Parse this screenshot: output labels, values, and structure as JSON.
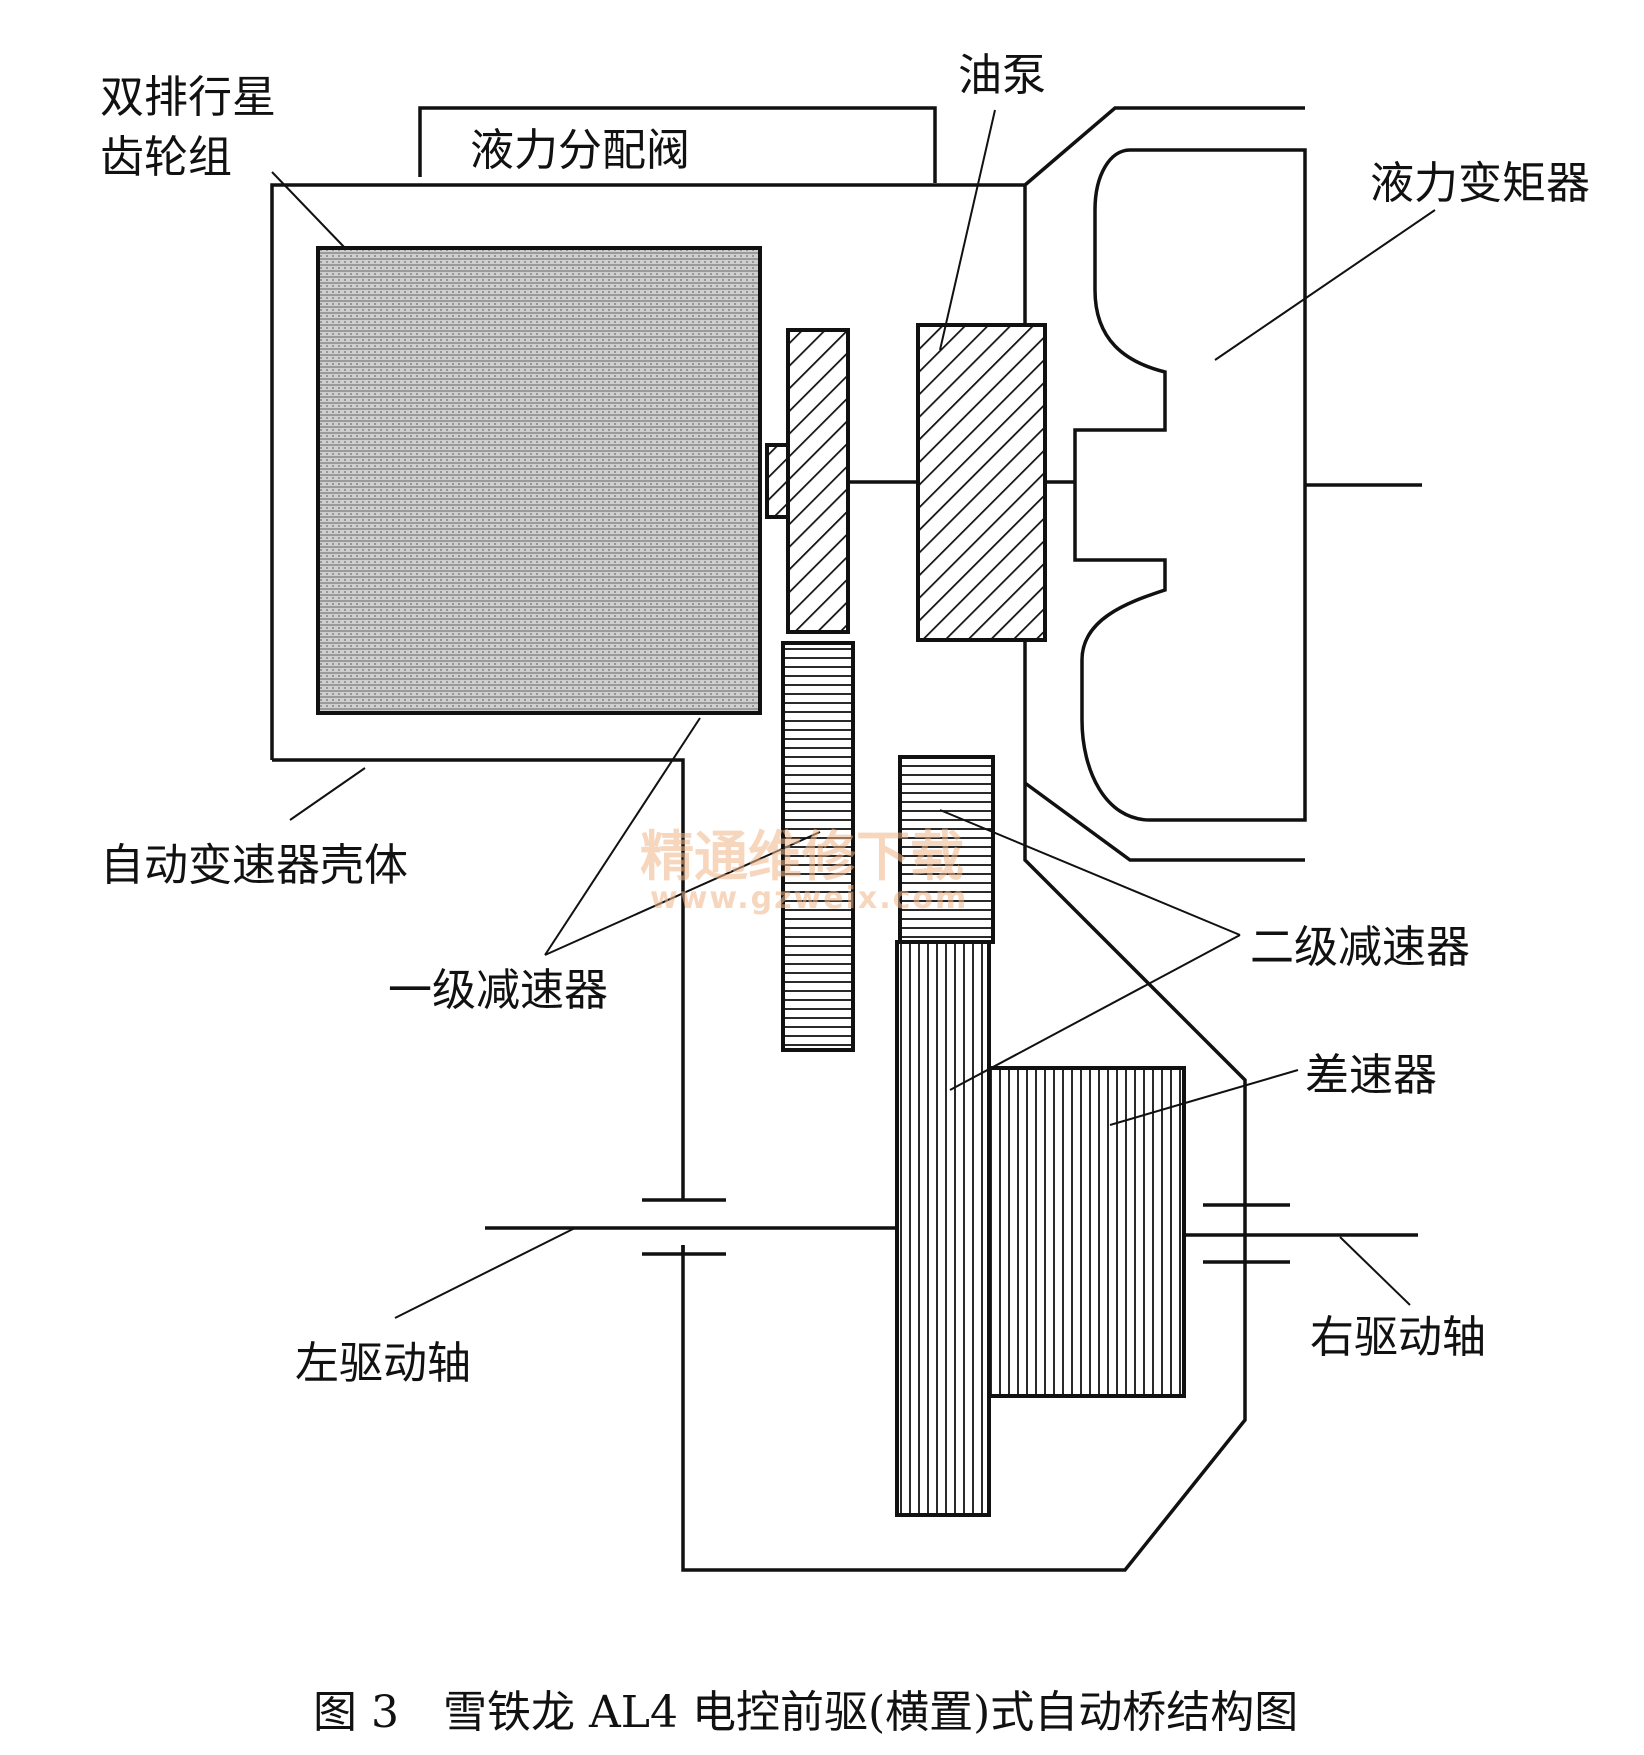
{
  "labels": {
    "planetary": [
      "双排行星",
      "齿轮组"
    ],
    "valve_body": "液力分配阀",
    "oil_pump": "油泵",
    "torque_converter": "液力变矩器",
    "housing": "自动变速器壳体",
    "primary_reducer": "一级减速器",
    "secondary_reducer": "二级减速器",
    "differential": "差速器",
    "left_shaft": "左驱动轴",
    "right_shaft": "右驱动轴"
  },
  "caption": "图 3　雪铁龙 AL4 电控前驱(横置)式自动桥结构图",
  "watermark": {
    "text": "精通维修下载",
    "url": "www.gzweix.com"
  },
  "colors": {
    "line": "#111111",
    "planetary_fill": "#b8b8b8",
    "watermark": "#f2b58a"
  }
}
